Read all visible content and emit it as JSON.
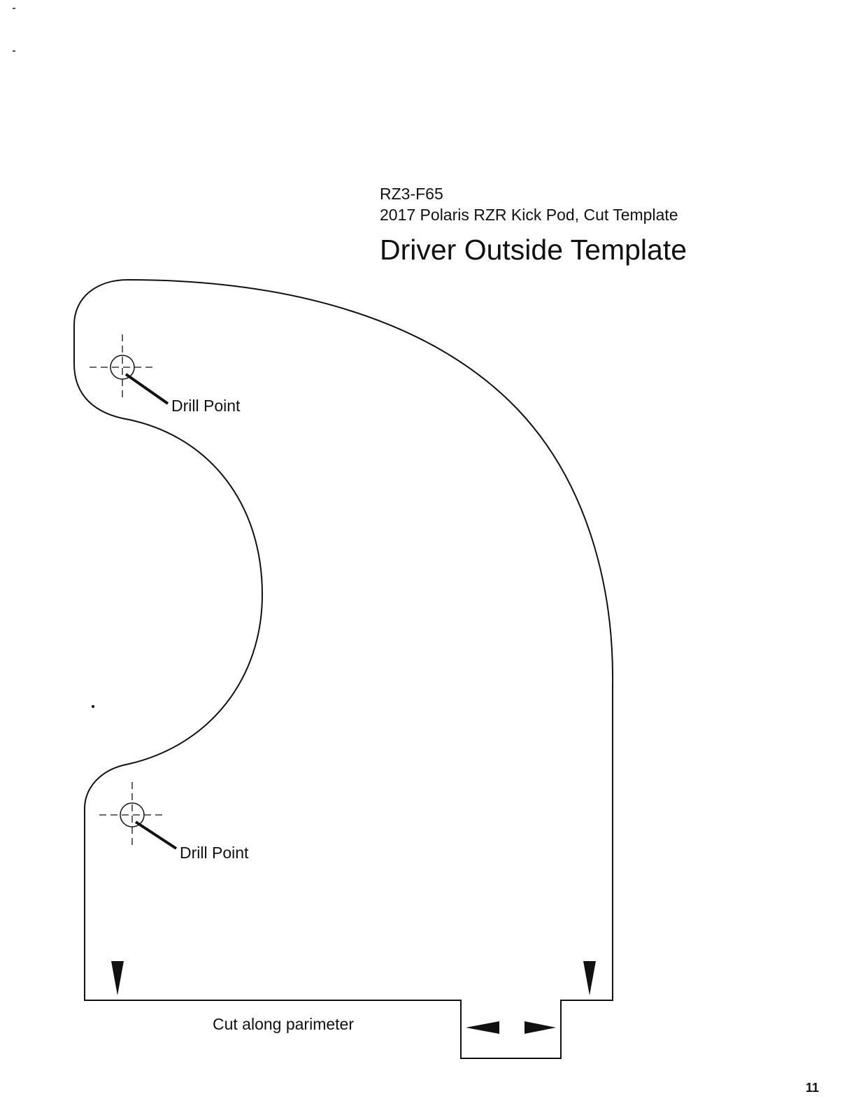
{
  "header": {
    "part_number": "RZ3-F65",
    "subtitle": "2017 Polaris RZR Kick Pod, Cut Template",
    "title": "Driver Outside Template"
  },
  "annotations": {
    "drill_point_top": "Drill Point",
    "drill_point_bottom": "Drill Point",
    "cut_instruction": "Cut along parimeter"
  },
  "page_number": "11"
}
